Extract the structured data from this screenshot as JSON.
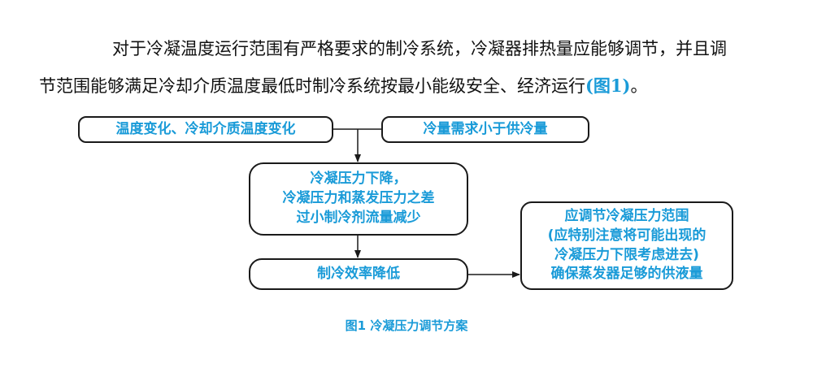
{
  "paragraph": {
    "line1": "对于冷凝温度运行范围有严格要求的制冷系统，冷凝器排热量应能够调节，并且调",
    "line2_text": "节范围能够满足冷却介质温度最低时制冷系统按最小能级安全、经济运行",
    "line2_ref": "(图1)",
    "line2_end": "。"
  },
  "diagram": {
    "cause": "温度变化、冷却介质温度变化",
    "demand": "冷量需求小于供冷量",
    "pressure_drop": [
      "冷凝压力下降，",
      "冷凝压力和蒸发压力之差",
      "过小制冷剂流量减少"
    ],
    "efficiency": "制冷效率降低",
    "adjust": [
      "应调节冷凝压力范围",
      "(应特别注意将可能出现的",
      "冷凝压力下限考虑进去)",
      "确保蒸发器足够的供液量"
    ]
  },
  "caption": "图1  冷凝压力调节方案",
  "colors": {
    "accent": "#1a9bd8",
    "text": "#111111",
    "line": "#1a1a1a"
  }
}
